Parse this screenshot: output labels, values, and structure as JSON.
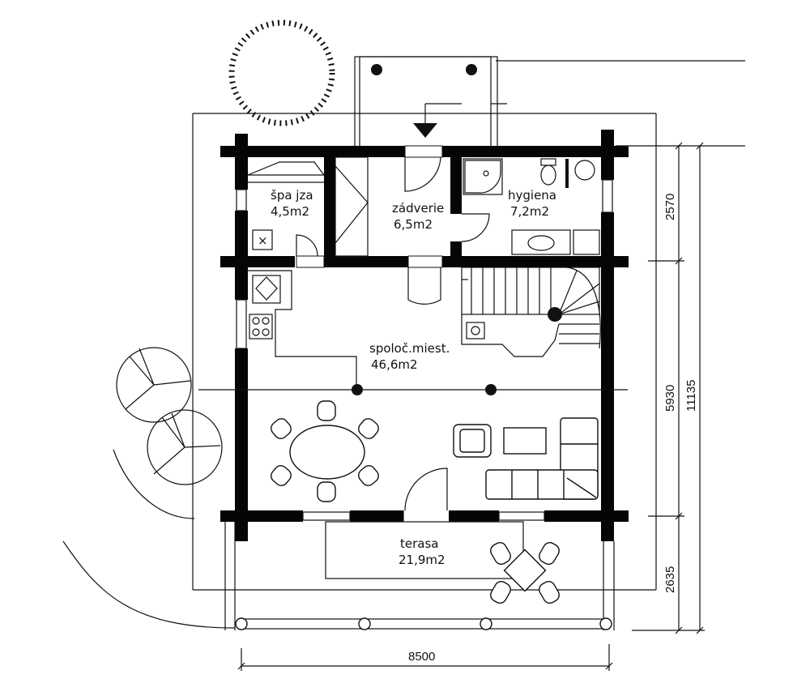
{
  "rooms": {
    "spajza": {
      "name": "špa jza",
      "area": "4,5m2"
    },
    "zadverie": {
      "name": "zádverie",
      "area": "6,5m2"
    },
    "hygiena": {
      "name": "hygiena",
      "area": "7,2m2"
    },
    "spolocne": {
      "name": "spoloč.miest.",
      "area": "46,6m2"
    },
    "terasa": {
      "name": "terasa",
      "area": "21,9m2"
    }
  },
  "dimensions": {
    "width": "8500",
    "top_section": "2570",
    "middle_section": "5930",
    "terrace_section": "2635",
    "total_depth": "11135"
  },
  "symbols": {
    "pantry_marker": "×"
  },
  "colors": {
    "wall": "#050505",
    "line": "#111111",
    "background": "#ffffff"
  }
}
